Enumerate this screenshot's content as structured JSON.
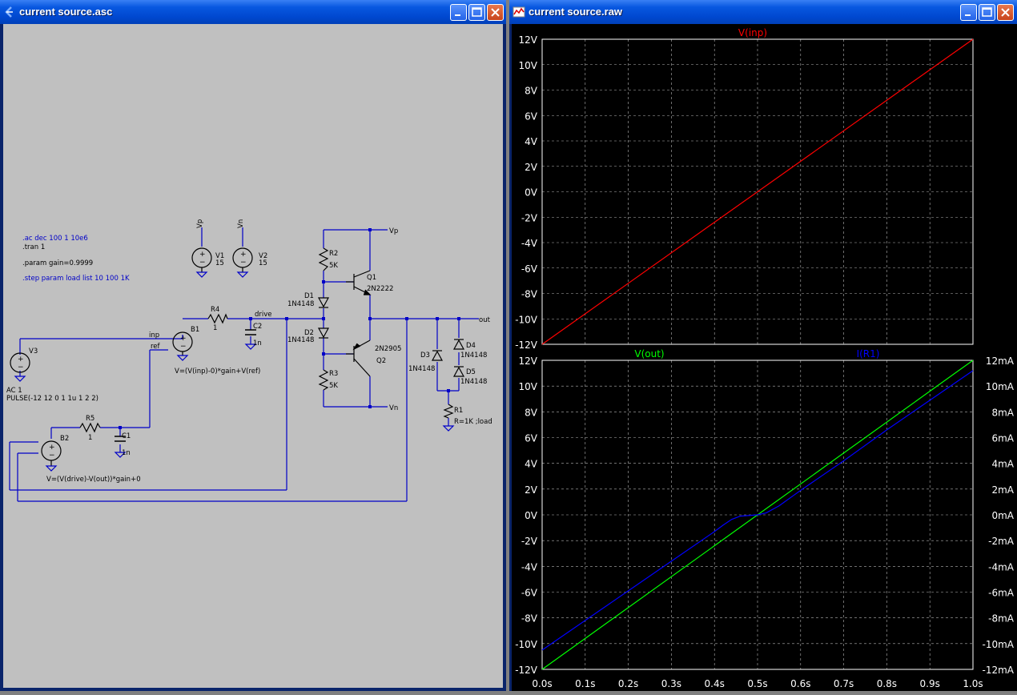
{
  "schematic_window": {
    "title": "current source.asc",
    "directives": [
      ".ac dec 100 1 10e6",
      ".tran 1",
      ".param gain=0.9999",
      ".step param load list 10 100 1K"
    ],
    "components": {
      "V1": {
        "name": "V1",
        "value": "15"
      },
      "V2": {
        "name": "V2",
        "value": "15"
      },
      "V3": {
        "name": "V3",
        "ac": "AC 1",
        "pulse": "PULSE(-12 12 0 1 1u 1 2 2)"
      },
      "B1": {
        "name": "B1",
        "expr": "V=(V(inp)-0)*gain+V(ref)"
      },
      "B2": {
        "name": "B2",
        "expr": "V=(V(drive)-V(out))*gain+0"
      },
      "R1": {
        "name": "R1",
        "value": "R=1K ;load"
      },
      "R2": {
        "name": "R2",
        "value": "5K"
      },
      "R3": {
        "name": "R3",
        "value": "5K"
      },
      "R4": {
        "name": "R4",
        "value": "1"
      },
      "R5": {
        "name": "R5",
        "value": "1"
      },
      "C1": {
        "name": "C1",
        "value": "1n"
      },
      "C2": {
        "name": "C2",
        "value": "1n"
      },
      "D1": {
        "name": "D1",
        "value": "1N4148"
      },
      "D2": {
        "name": "D2",
        "value": "1N4148"
      },
      "D3": {
        "name": "D3",
        "value": "1N4148"
      },
      "D4": {
        "name": "D4",
        "value": "1N4148"
      },
      "D5": {
        "name": "D5",
        "value": "1N4148"
      },
      "Q1": {
        "name": "Q1",
        "value": "2N2222"
      },
      "Q2": {
        "name": "Q2",
        "value": "2N2905"
      }
    },
    "nets": {
      "vp": "Vp",
      "vn": "Vn",
      "vp_top": "Vp",
      "vn_top": "Vn",
      "inp": "inp",
      "ref": "ref",
      "drive": "drive",
      "out": "out"
    }
  },
  "plot_window": {
    "title": "current source.raw",
    "colors": {
      "vinp": "#ff0000",
      "vout": "#00ff00",
      "ir1": "#0000ff",
      "grid": "#ffffff",
      "axis_text": "#ffffff",
      "background": "#000000"
    }
  },
  "chart_data": [
    {
      "type": "line",
      "title": "",
      "series": [
        {
          "name": "V(inp)",
          "x": [
            0,
            1
          ],
          "y": [
            -12,
            12
          ]
        }
      ],
      "ylim": [
        -12,
        12
      ],
      "yticks": [
        "12V",
        "10V",
        "8V",
        "6V",
        "4V",
        "2V",
        "0V",
        "-2V",
        "-4V",
        "-6V",
        "-8V",
        "-10V",
        "-12V"
      ],
      "xlim": [
        0,
        1
      ],
      "grid": true
    },
    {
      "type": "line",
      "title": "",
      "series": [
        {
          "name": "V(out)",
          "axis": "left",
          "x": [
            0,
            1
          ],
          "y": [
            -12,
            12
          ]
        },
        {
          "name": "I(R1)",
          "axis": "right",
          "x": [
            0,
            0.1,
            0.2,
            0.3,
            0.4,
            0.42,
            0.44,
            0.46,
            0.5,
            0.52,
            0.55,
            0.6,
            0.7,
            0.8,
            0.9,
            1.0
          ],
          "y": [
            -10.5,
            -8.2,
            -5.9,
            -3.6,
            -1.3,
            -0.8,
            -0.35,
            -0.1,
            0,
            0.15,
            0.7,
            1.9,
            4.2,
            6.6,
            8.9,
            11.2
          ]
        }
      ],
      "ylim": [
        -12,
        12
      ],
      "yticks_left": [
        "12V",
        "10V",
        "8V",
        "6V",
        "4V",
        "2V",
        "0V",
        "-2V",
        "-4V",
        "-6V",
        "-8V",
        "-10V",
        "-12V"
      ],
      "yticks_right": [
        "12mA",
        "10mA",
        "8mA",
        "6mA",
        "4mA",
        "2mA",
        "0mA",
        "-2mA",
        "-4mA",
        "-6mA",
        "-8mA",
        "-10mA",
        "-12mA"
      ],
      "xlim": [
        0,
        1
      ],
      "xticks": [
        "0.0s",
        "0.1s",
        "0.2s",
        "0.3s",
        "0.4s",
        "0.5s",
        "0.6s",
        "0.7s",
        "0.8s",
        "0.9s",
        "1.0s"
      ],
      "grid": true
    }
  ]
}
